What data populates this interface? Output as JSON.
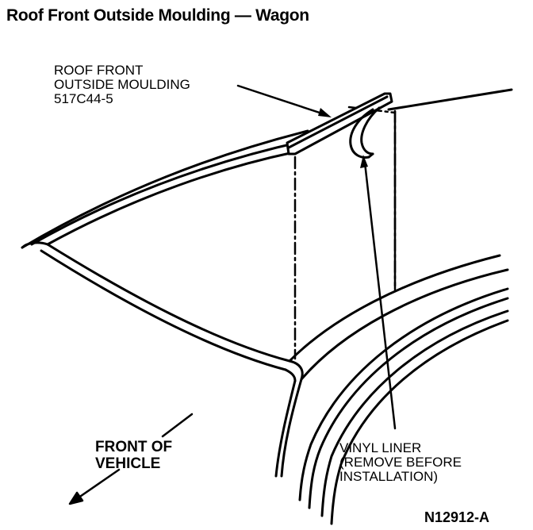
{
  "page": {
    "title": "Roof Front Outside Moulding — Wagon"
  },
  "labels": {
    "moulding": {
      "line1": "ROOF FRONT",
      "line2": "OUTSIDE MOULDING",
      "line3": "517C44-5"
    },
    "liner": {
      "line1": "VINYL LINER",
      "line2": "(REMOVE BEFORE",
      "line3": "INSTALLATION)"
    },
    "front": {
      "line1": "FRONT OF",
      "line2": "VEHICLE"
    },
    "figure_id": "N12912-A"
  },
  "colors": {
    "ink": "#000000",
    "paper": "#ffffff"
  }
}
